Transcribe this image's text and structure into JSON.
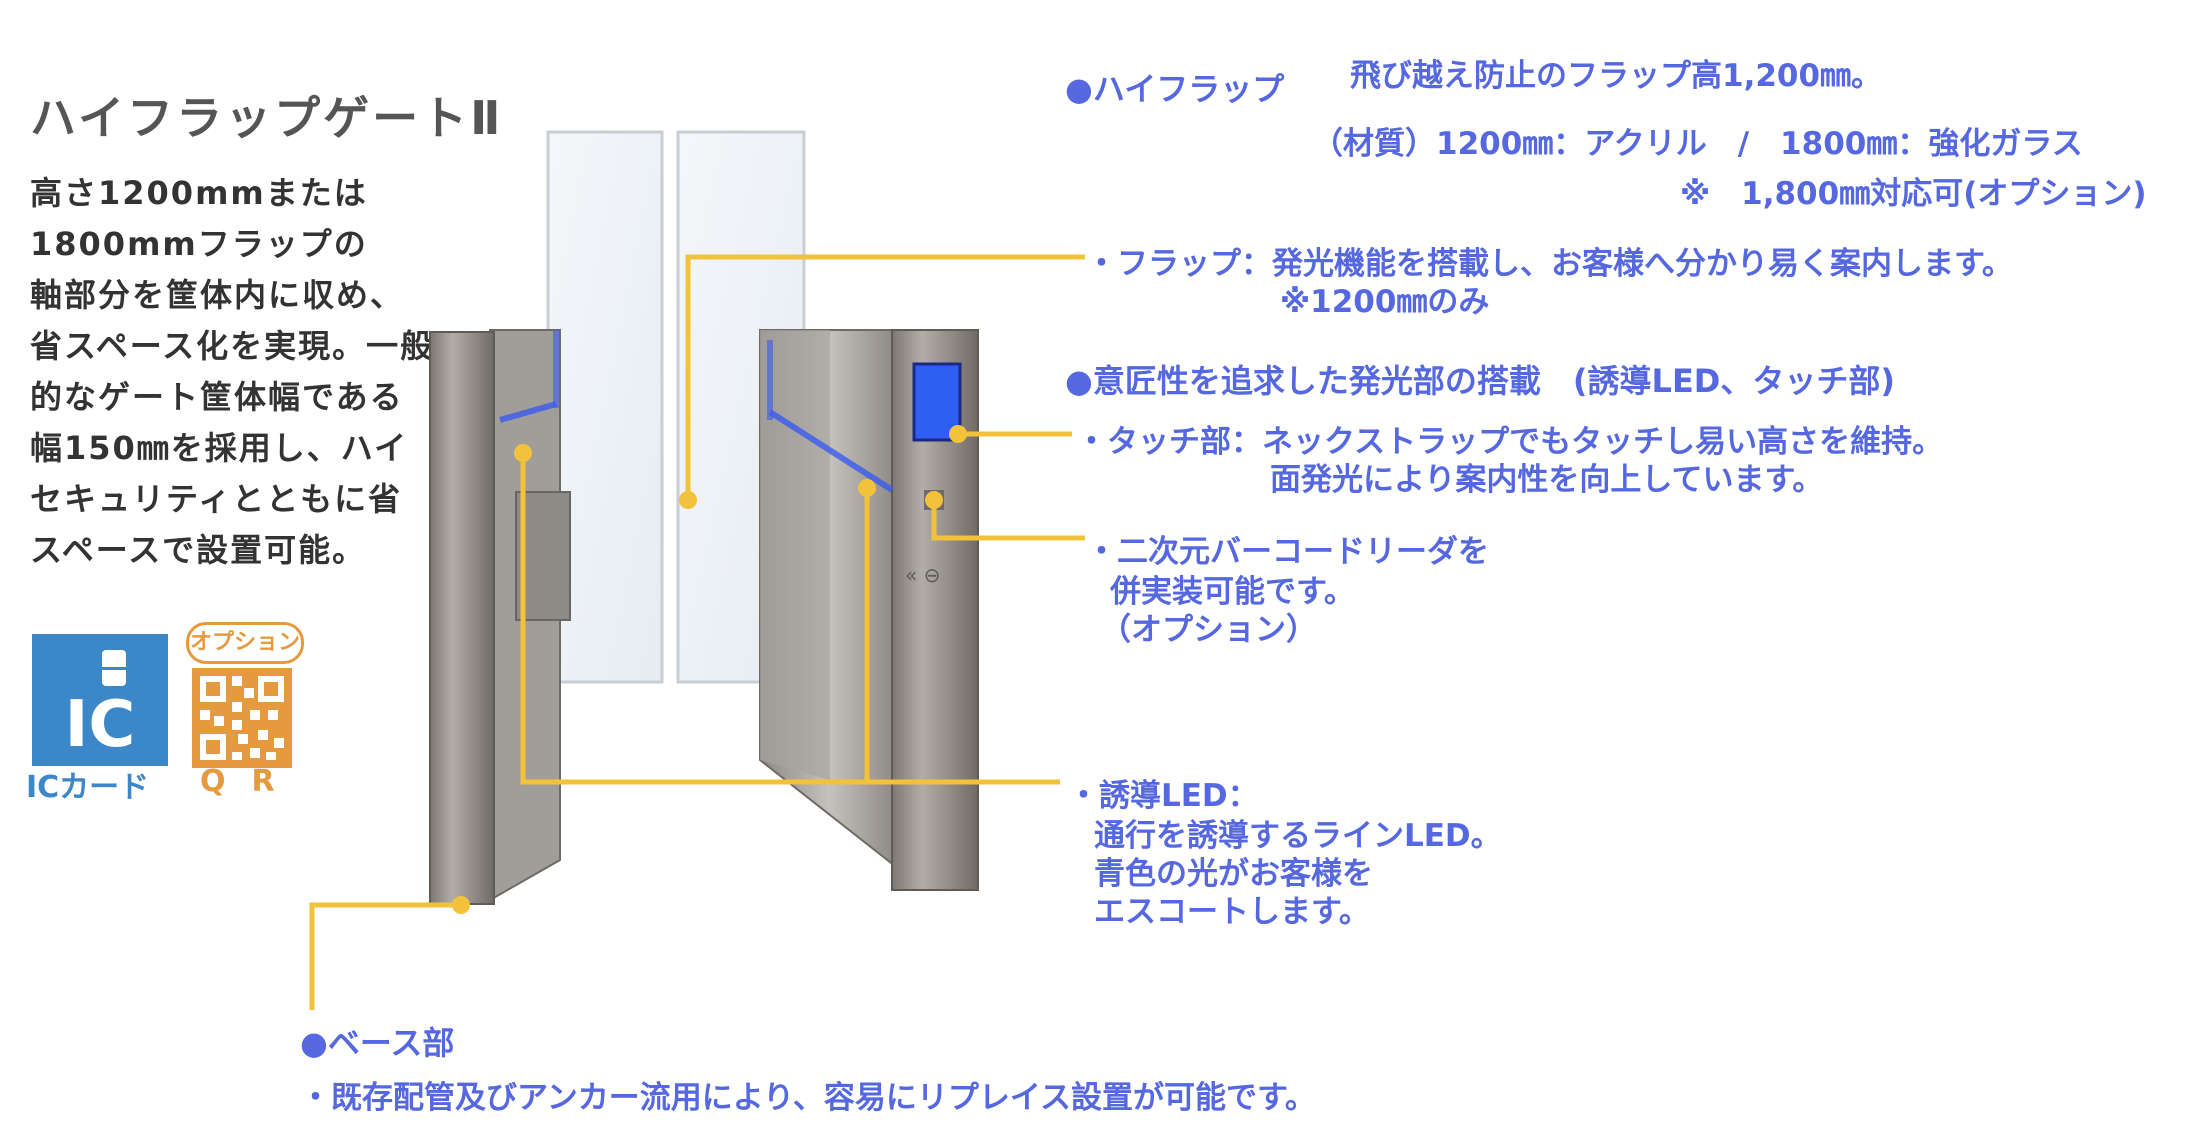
{
  "product": {
    "title": "ハイフラップゲートⅡ",
    "description_lines": [
      "高さ1200mmまたは",
      "1800mmフラップの",
      "軸部分を筐体内に収め、",
      "省スペース化を実現。一般",
      "的なゲート筐体幅である",
      "幅150㎜を採用し、ハイ",
      "セキュリティとともに省",
      "スペースで設置可能。"
    ]
  },
  "badges": {
    "ic_label": "IC",
    "ic_caption": "ICカード",
    "option_label": "オプション",
    "qr_caption": "QR"
  },
  "annotations": {
    "high_flap": {
      "heading": "●ハイフラップ",
      "line1": "飛び越え防止のフラップ高1,200㎜。",
      "line2": "（材質）1200㎜：アクリル　/　1800㎜：強化ガラス",
      "line3": "※　1,800㎜対応可(オプション)"
    },
    "flap": {
      "line1": "・フラップ：発光機能を搭載し、お客様へ分かり易く案内します。",
      "line2": "※1200㎜のみ"
    },
    "lighting": {
      "heading": "●意匠性を追求した発光部の搭載　(誘導LED、タッチ部)"
    },
    "touch": {
      "line1": "・タッチ部：ネックストラップでもタッチし易い高さを維持。",
      "line2": "面発光により案内性を向上しています。"
    },
    "barcode": {
      "line1": "・二次元バーコードリーダを",
      "line2": "併実装可能です。",
      "line3": "（オプション）"
    },
    "led": {
      "line1": "・誘導LED：",
      "line2": "通行を誘導するラインLED。",
      "line3": "青色の光がお客様を",
      "line4": "エスコートします。"
    },
    "base": {
      "heading": "●ベース部",
      "line1": "・既存配管及びアンカー流用により、容易にリプレイス設置が可能です。"
    }
  },
  "colors": {
    "annotation_text": "#5568e0",
    "leader_line": "#f2c23a",
    "ic_blue": "#3b87c8",
    "qr_orange": "#e59a3f",
    "stainless": "#9a9590",
    "led_blue": "#3a5cf0"
  }
}
